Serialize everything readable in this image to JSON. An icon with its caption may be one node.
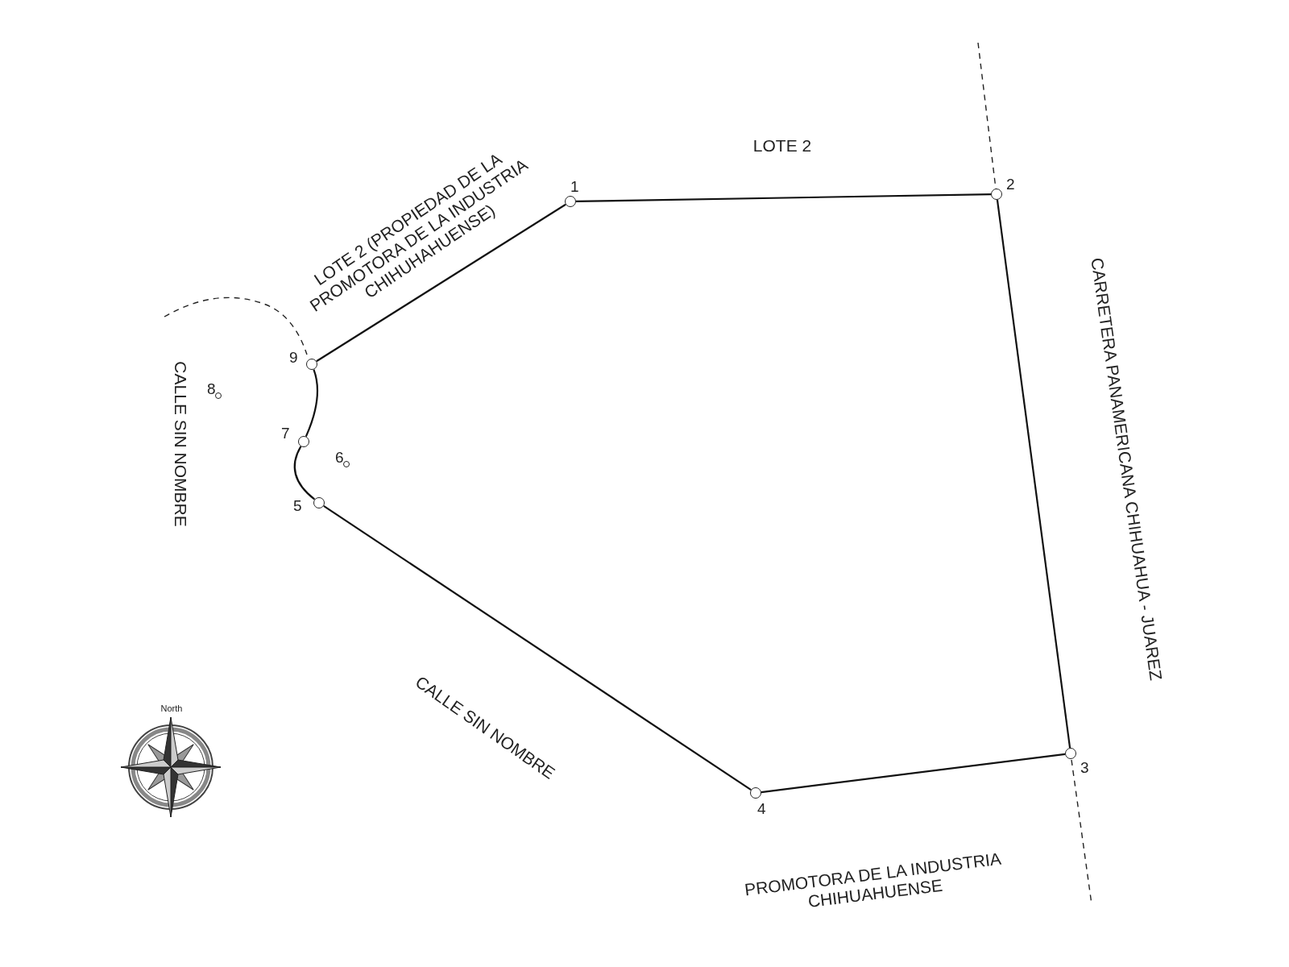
{
  "diagram": {
    "nodes": [
      {
        "text": [],
        "shape": "circle",
        "beside": [
          "1"
        ]
      },
      {
        "text": [],
        "shape": "circle",
        "beside": [
          "2"
        ]
      },
      {
        "text": [],
        "shape": "circle",
        "beside": [
          "3"
        ]
      },
      {
        "text": [],
        "shape": "circle",
        "beside": [
          "4"
        ]
      },
      {
        "text": [],
        "shape": "circle",
        "beside": [
          "5"
        ]
      },
      {
        "text": [],
        "shape": "circle",
        "beside": [
          "6"
        ]
      },
      {
        "text": [],
        "shape": "circle",
        "beside": [
          "7"
        ]
      },
      {
        "text": [],
        "shape": "circle",
        "beside": [
          "8"
        ]
      },
      {
        "text": [],
        "shape": "circle",
        "beside": [
          "9"
        ]
      }
    ],
    "edges": [
      {
        "from": 0,
        "to": 1,
        "arrow": "none"
      },
      {
        "from": 1,
        "to": 2,
        "arrow": "none"
      },
      {
        "from": 2,
        "to": 3,
        "arrow": "none"
      },
      {
        "from": 3,
        "to": 4,
        "arrow": "none"
      },
      {
        "from": 4,
        "to": 6,
        "arrow": "none"
      },
      {
        "from": 6,
        "to": 8,
        "arrow": "none"
      },
      {
        "from": 8,
        "to": 0,
        "arrow": "none"
      }
    ],
    "labels": [
      "LOTE 2 (PROPIEDAD DE LA PROMOTORA DE LA INDUSTRIA CHIHUHAHUENSE)",
      "LOTE 2",
      "CARRETERA PANAMERICANA CHIHUAHUA - JUAREZ",
      "CALLE SIN NOMBRE",
      "North",
      "CALLE SIN NOMBRE",
      "PROMOTORA DE LA INDUSTRIA CHIHUAHUENSE"
    ]
  }
}
